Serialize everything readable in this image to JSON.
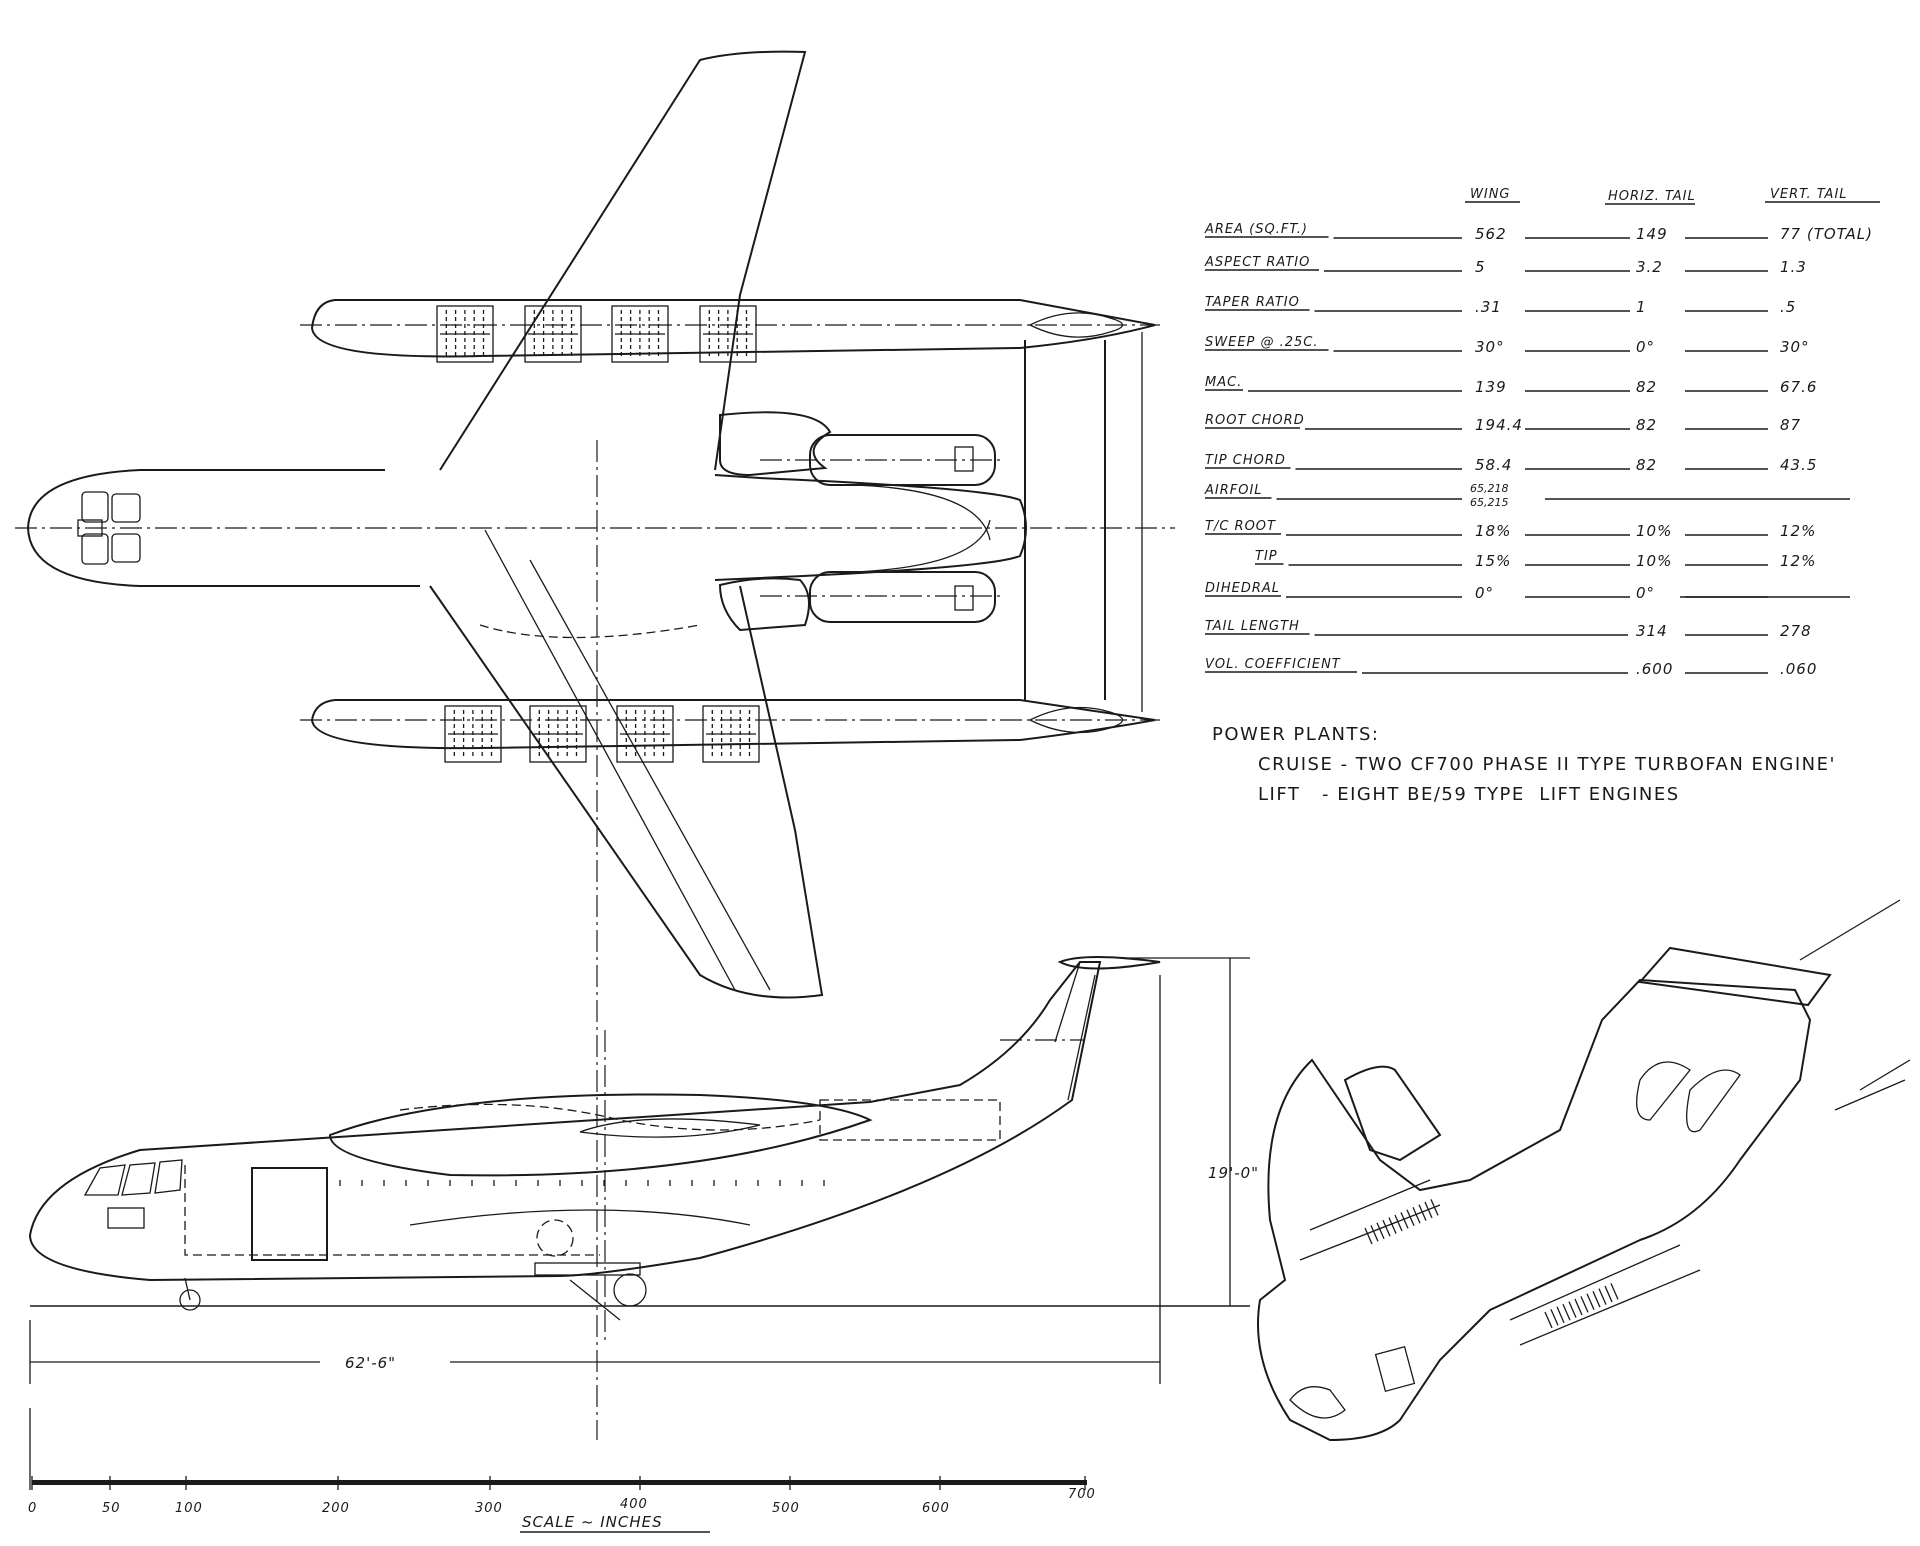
{
  "table": {
    "headers": {
      "wing": "WING",
      "htail": "HORIZ. TAIL",
      "vtail": "VERT. TAIL"
    },
    "rows": [
      {
        "label": "AREA (SQ.FT.)",
        "wing": "562",
        "htail": "149",
        "vtail": "77 (TOTAL)"
      },
      {
        "label": "ASPECT RATIO",
        "wing": "5",
        "htail": "3.2",
        "vtail": "1.3"
      },
      {
        "label": "TAPER RATIO",
        "wing": ".31",
        "htail": "1",
        "vtail": ".5"
      },
      {
        "label": "SWEEP @ .25C.",
        "wing": "30°",
        "htail": "0°",
        "vtail": "30°"
      },
      {
        "label": "MAC.",
        "wing": "139",
        "htail": "82",
        "vtail": "67.6"
      },
      {
        "label": "ROOT CHORD",
        "wing": "194.4",
        "htail": "82",
        "vtail": "87"
      },
      {
        "label": "TIP CHORD",
        "wing": "58.4",
        "htail": "82",
        "vtail": "43.5"
      },
      {
        "label": "AIRFOIL",
        "wing": "65,218",
        "wing2": "65,215",
        "htail": "",
        "vtail": ""
      },
      {
        "label": "T/C ROOT",
        "wing": "18%",
        "htail": "10%",
        "vtail": "12%"
      },
      {
        "label": "TIP",
        "wing": "15%",
        "htail": "10%",
        "vtail": "12%"
      },
      {
        "label": "DIHEDRAL",
        "wing": "0°",
        "htail": "0°",
        "vtail": ""
      },
      {
        "label": "TAIL LENGTH",
        "wing": "",
        "htail": "314",
        "vtail": "278"
      },
      {
        "label": "VOL. COEFFICIENT",
        "wing": "",
        "htail": ".600",
        "vtail": ".060"
      }
    ]
  },
  "power_plants": {
    "title": "POWER PLANTS:",
    "cruise": "CRUISE - TWO CF700 PHASE II TYPE TURBOFAN ENGINE'",
    "lift": "LIFT   - EIGHT BE/59 TYPE  LIFT ENGINES"
  },
  "dimensions": {
    "height": "19'-0\"",
    "length": "62'-6\""
  },
  "scale": {
    "caption": "SCALE ~ INCHES",
    "ticks": [
      "0",
      "50",
      "100",
      "200",
      "300",
      "400",
      "500",
      "600",
      "700"
    ]
  }
}
